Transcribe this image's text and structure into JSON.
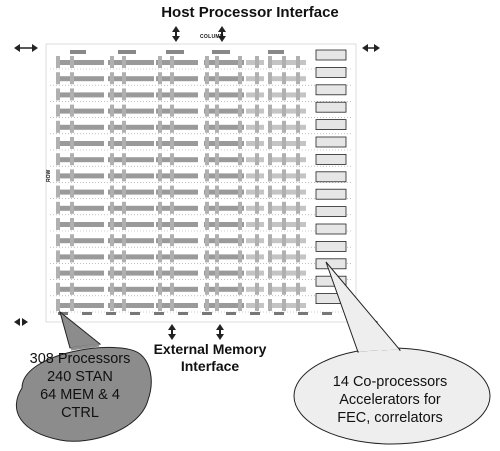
{
  "top_title": "Host Processor Interface",
  "column_label": "COLUMN",
  "row_label": "ROW",
  "bottom_title_line1": "External Memory",
  "bottom_title_line2": "Interface",
  "callout_left": [
    "308 Processors",
    "240 STAN",
    "64 MEM & 4",
    "CTRL"
  ],
  "callout_right": [
    "14 Co-processors",
    "Accelerators for",
    "FEC, correlators"
  ],
  "colors": {
    "fill_gray": "#9a9a9a",
    "callout_gray": "#8c8c8c",
    "callout_light": "#eeeeee",
    "ink": "#222222"
  }
}
